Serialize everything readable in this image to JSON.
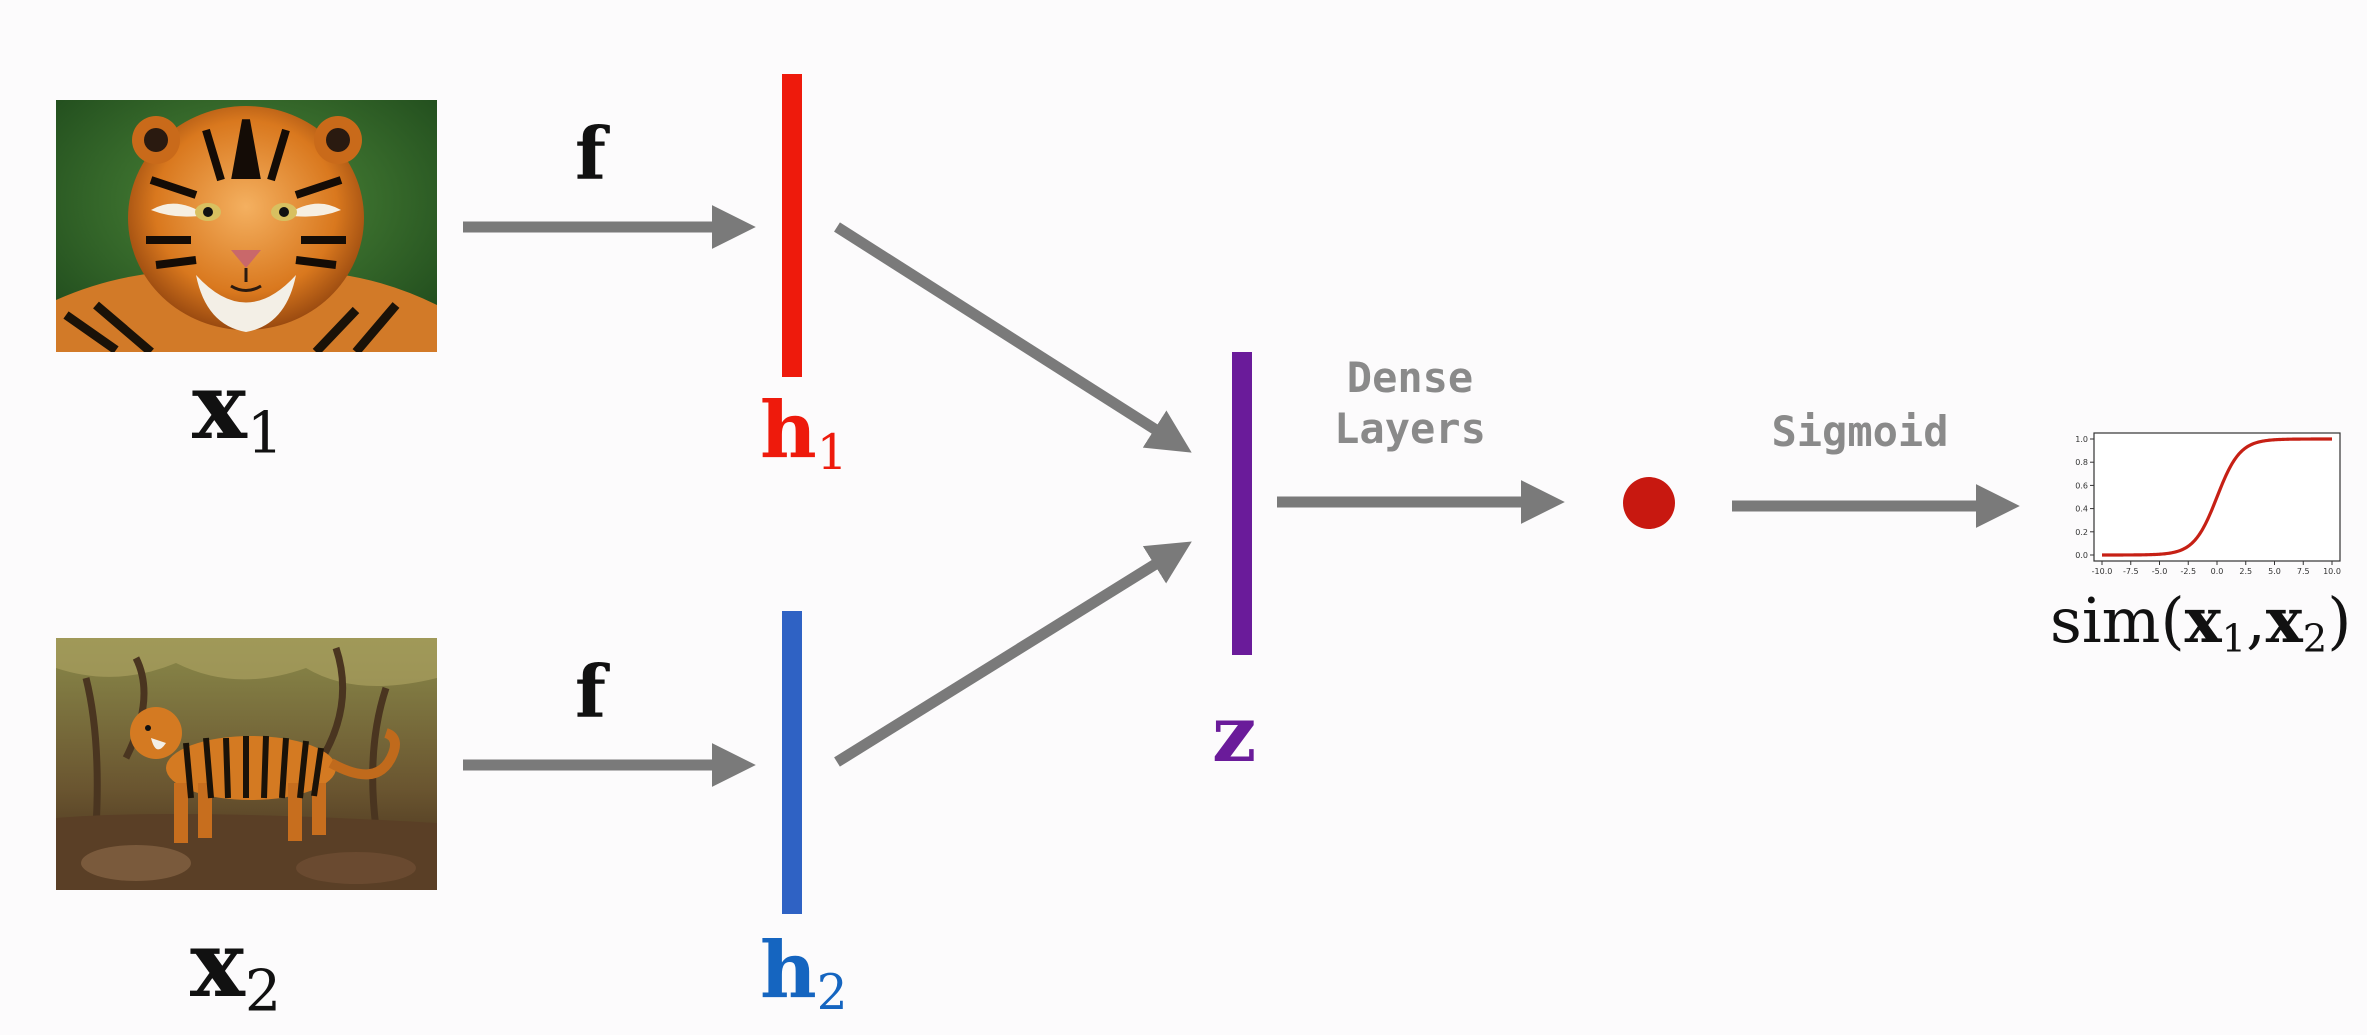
{
  "inputs": [
    {
      "var": "x",
      "sub": "1",
      "image": "tiger-portrait-photo"
    },
    {
      "var": "x",
      "sub": "2",
      "image": "tiger-standing-photo"
    }
  ],
  "encoder_label": "f",
  "features": [
    {
      "var": "h",
      "sub": "1",
      "color": "#ee1a0c"
    },
    {
      "var": "h",
      "sub": "2",
      "color": "#1565c0"
    }
  ],
  "combined": {
    "var": "z",
    "color": "#6a1b9a"
  },
  "dense_label": [
    "Dense",
    "Layers"
  ],
  "sigmoid_label": "Sigmoid",
  "output_dot_color": "#c81810",
  "arrow_color": "#7a7a7a",
  "output": {
    "fn": "sim",
    "open": "(",
    "arg1": "x",
    "sub1": "1",
    "sep": ",",
    "arg2": "x",
    "sub2": "2",
    "close": ")"
  },
  "sigmoid_chart": {
    "x_ticks": [
      "-10.0",
      "-7.5",
      "-5.0",
      "-2.5",
      "0.0",
      "2.5",
      "5.0",
      "7.5",
      "10.0"
    ],
    "y_ticks": [
      "0.0",
      "0.2",
      "0.4",
      "0.6",
      "0.8",
      "1.0"
    ],
    "curve_color": "#c62015"
  }
}
